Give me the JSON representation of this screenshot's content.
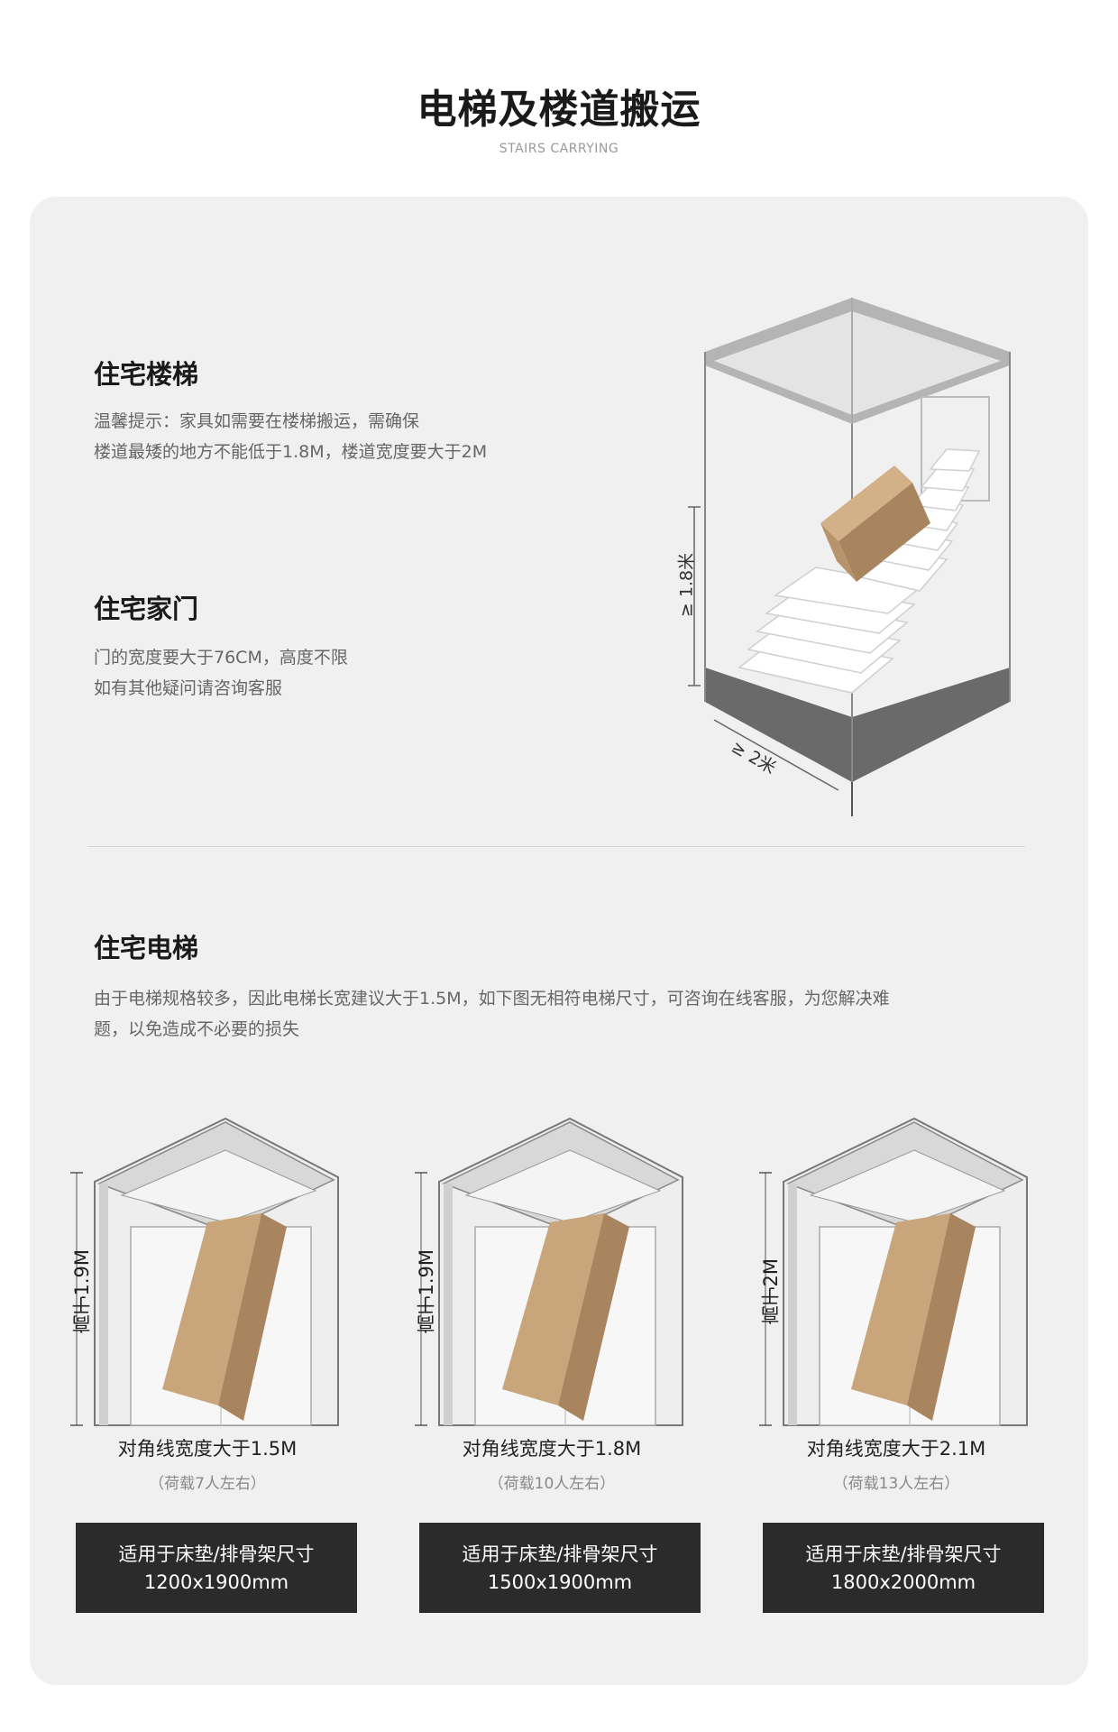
{
  "header": {
    "title": "电梯及楼道搬运",
    "subtitle": "STAIRS CARRYING"
  },
  "stairs": {
    "title": "住宅楼梯",
    "lines": [
      "温馨提示：家具如需要在楼梯搬运，需确保",
      "楼道最矮的地方不能低于1.8M，楼道宽度要大于2M"
    ],
    "height_label": "≥ 1.8米",
    "width_label": "≥ 2米"
  },
  "door": {
    "title": "住宅家门",
    "lines": [
      "门的宽度要大于76CM，高度不限",
      "如有其他疑问请咨询客服"
    ]
  },
  "elevator": {
    "title": "住宅电梯",
    "lines": [
      "由于电梯规格较多，因此电梯长宽建议大于1.5M，如下图无相符电梯尺寸，可咨询在线客服，为您解决难",
      "题，以免造成不必要的损失"
    ],
    "options": [
      {
        "height": "高于1.9M",
        "diagonal": "对角线宽度大于1.5M",
        "load": "（荷载7人左右）",
        "fit_title": "适用于床垫/排骨架尺寸",
        "fit_size": "1200x1900mm"
      },
      {
        "height": "高于1.9M",
        "diagonal": "对角线宽度大于1.8M",
        "load": "（荷载10人左右）",
        "fit_title": "适用于床垫/排骨架尺寸",
        "fit_size": "1500x1900mm"
      },
      {
        "height": "高于2M",
        "diagonal": "对角线宽度大于2.1M",
        "load": "（荷载13人左右）",
        "fit_title": "适用于床垫/排骨架尺寸",
        "fit_size": "1800x2000mm"
      }
    ]
  },
  "colors": {
    "box_light": "#c9a57c",
    "box_dark": "#a8845f",
    "card_bg": "#f0f0f0",
    "button_bg": "#2b2b2b"
  }
}
